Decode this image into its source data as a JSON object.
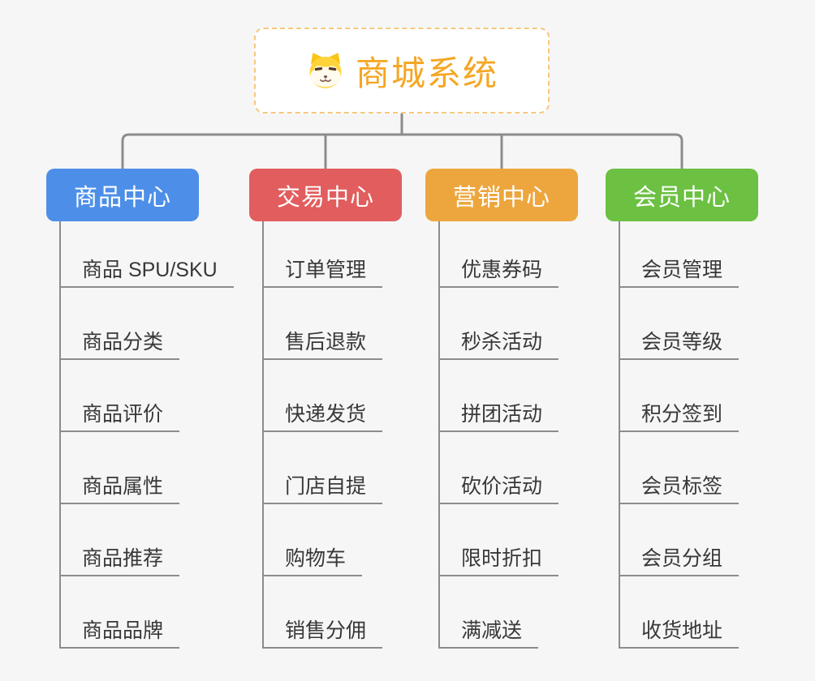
{
  "page": {
    "background": "#f6f6f6",
    "connector_color": "#8c8c8c"
  },
  "root": {
    "title": "商城系统",
    "title_color": "#F5A623",
    "icon": "dog-face-icon"
  },
  "branches": [
    {
      "label": "商品中心",
      "color": "#4D8FE8",
      "items": [
        "商品 SPU/SKU",
        "商品分类",
        "商品评价",
        "商品属性",
        "商品推荐",
        "商品品牌"
      ]
    },
    {
      "label": "交易中心",
      "color": "#E25D5D",
      "items": [
        "订单管理",
        "售后退款",
        "快递发货",
        "门店自提",
        "购物车",
        "销售分佣"
      ]
    },
    {
      "label": "营销中心",
      "color": "#EDA63E",
      "items": [
        "优惠券码",
        "秒杀活动",
        "拼团活动",
        "砍价活动",
        "限时折扣",
        "满减送"
      ]
    },
    {
      "label": "会员中心",
      "color": "#6CC042",
      "items": [
        "会员管理",
        "会员等级",
        "积分签到",
        "会员标签",
        "会员分组",
        "收货地址"
      ]
    }
  ]
}
